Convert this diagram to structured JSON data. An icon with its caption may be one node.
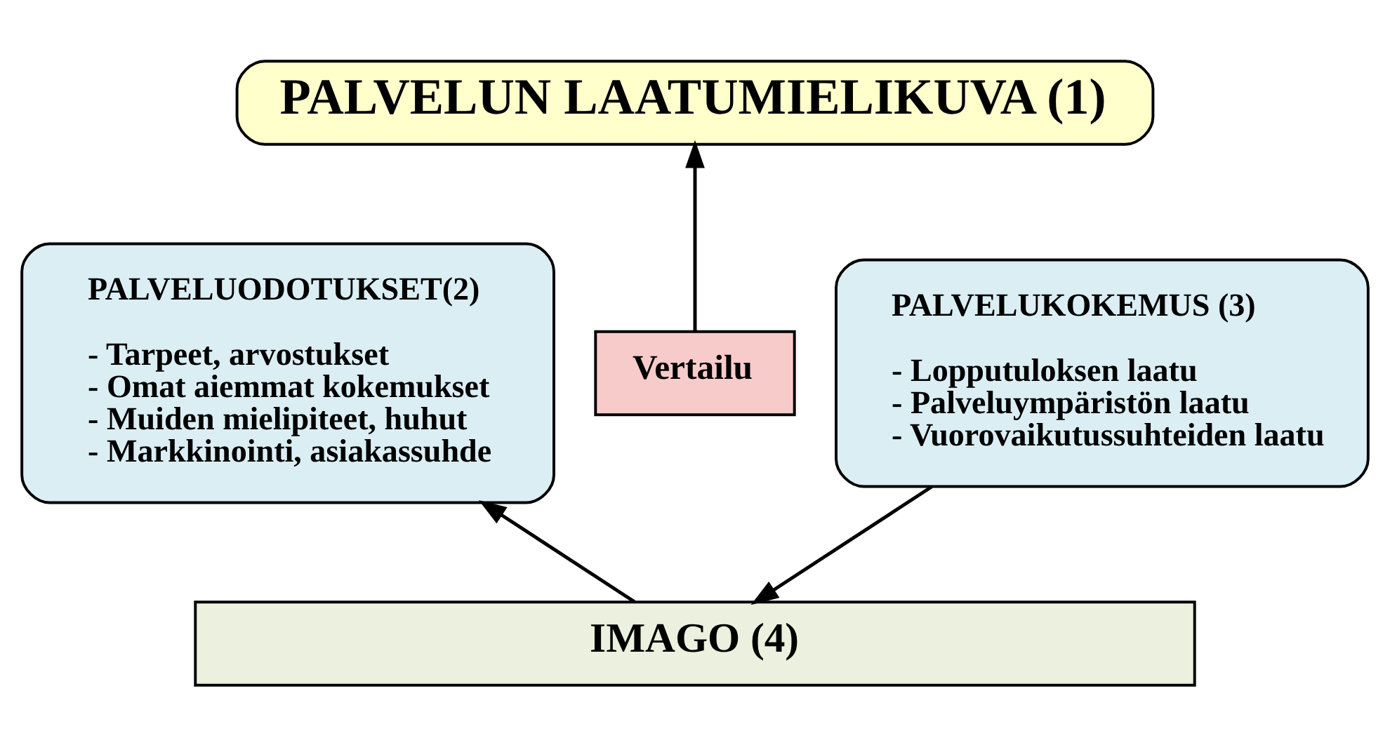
{
  "diagram": {
    "nodes": [
      {
        "text": [
          "PALVELUN LAATUMIELIKUVA (1)"
        ]
      },
      {
        "text": [
          "PALVELUODOTUKSET(2)",
          "- Tarpeet, arvostukset",
          "- Omat aiemmat kokemukset",
          "- Muiden mielipiteet, huhut",
          "- Markkinointi, asiakassuhde"
        ]
      },
      {
        "text": [
          "Vertailu"
        ]
      },
      {
        "text": [
          "PALVELUKOKEMUS (3)",
          "- Lopputuloksen laatu",
          "- Palveluympäristön laatu",
          "- Vuorovaikutussuhteiden laatu"
        ]
      },
      {
        "text": [
          "IMAGO (4)"
        ]
      }
    ],
    "edges": [
      {
        "from": 2,
        "to": 0,
        "arrow": "to"
      },
      {
        "from": 4,
        "to": 1,
        "arrow": "to"
      },
      {
        "from": 3,
        "to": 4,
        "arrow": "to"
      }
    ]
  }
}
